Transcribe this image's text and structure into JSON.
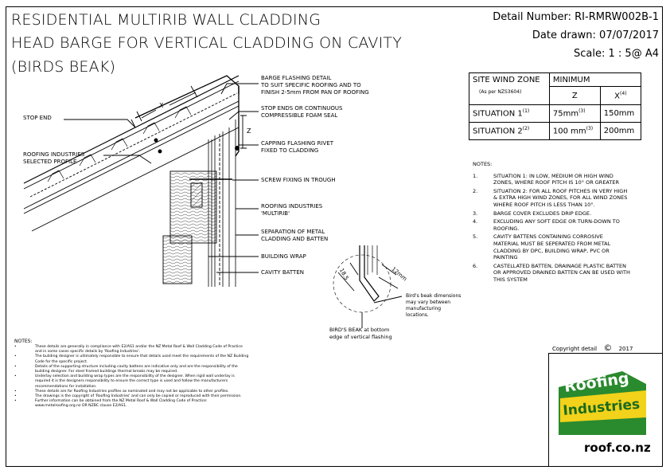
{
  "title": {
    "line1": "RESIDENTIAL MULTIRIB WALL CLADDING",
    "line2": "HEAD BARGE FOR VERTICAL CLADDING ON CAVITY",
    "line3": "(BIRDS BEAK)"
  },
  "meta": {
    "detail_number": "Detail Number:  RI-RMRW002B-1",
    "date_drawn": "Date drawn:  07/07/2017",
    "scale": "Scale:   1 : 5@ A4"
  },
  "wind_table": {
    "header_zone": "SITE WIND ZONE",
    "header_zone_sub": "(As per NZS3604)",
    "header_min": "MINIMUM",
    "col_z": "Z",
    "col_x": "X",
    "col_x_sup": "(4)",
    "rows": [
      {
        "label": "SITUATION 1",
        "sup": "(1)",
        "z": "75mm",
        "z_sup": "(3)",
        "x": "150mm"
      },
      {
        "label": "SITUATION 2",
        "sup": "(2)",
        "z": "100 mm",
        "z_sup": "(3)",
        "x": "200mm"
      }
    ]
  },
  "labels": {
    "barge": [
      "BARGE FLASHING DETAIL",
      "TO SUIT SPECIFIC ROOFING AND TO",
      "FINISH 2-5mm FROM PAN OF ROOFING"
    ],
    "stop_ends": [
      "STOP ENDS OR CONTINUOUS",
      "COMPRESSIBLE FOAM SEAL"
    ],
    "stop_end": "STOP END",
    "ri_profile": [
      "ROOFING INDUSTRIES",
      "SELECTED PROFILE"
    ],
    "capping": [
      "CAPPING FLASHING RIVET",
      "FIXED TO CLADDING"
    ],
    "screw": "SCREW FIXING IN TROUGH",
    "multirib": [
      "ROOFING INDUSTRIES",
      "'MULTIRIB'"
    ],
    "separation": [
      "SEPARATION OF METAL",
      "CLADDING AND BATTEN"
    ],
    "wrap": "BUILDING WRAP",
    "cavity": "CAVITY BATTEN",
    "dim_x": "X",
    "dim_z": "Z",
    "dim_18": "18.5",
    "dim_12": "12mm",
    "birds_dims": [
      "Bird's beak dimensions",
      "may vary between",
      "manufacturing",
      "locations."
    ],
    "birds_beak": [
      "BIRD'S BEAK at bottom",
      "edge of vertical flashing"
    ]
  },
  "right_notes": {
    "heading": "NOTES:",
    "items": [
      {
        "n": "1.",
        "text": [
          "SITUATION 1: IN LOW, MEDIUM OR HIGH WIND",
          "ZONES, WHERE ROOF PITCH IS 10° OR GREATER"
        ]
      },
      {
        "n": "2.",
        "text": [
          "SITUATION 2: FOR ALL ROOF PITCHES IN VERY HIGH",
          "& EXTRA HIGH WIND ZONES, FOR ALL WIND ZONES",
          "WHERE ROOF PITCH IS LESS THAN 10°."
        ]
      },
      {
        "n": "3.",
        "text": [
          "BARGE COVER EXCLUDES DRIP EDGE."
        ]
      },
      {
        "n": "4.",
        "text": [
          "EXCLUDING ANY SOFT EDGE OR TURN-DOWN TO",
          "ROOFING."
        ]
      },
      {
        "n": "5.",
        "text": [
          "CAVITY BATTENS CONTAINING CORROSIVE",
          "MATERIAL MUST BE SEPERATED FROM METAL",
          "CLADDING BY DPC, BUILDING WRAP, PVC OR",
          "PAINTING"
        ]
      },
      {
        "n": "6.",
        "text": [
          "CASTELLATED BATTEN, DRAINAGE PLASTIC BATTEN",
          "OR APPROVED DRAINED BATTEN CAN BE USED WITH",
          "THIS SYSTEM"
        ]
      }
    ]
  },
  "bottom_notes": {
    "heading": "NOTES:",
    "items": [
      [
        "These details are generally in compliance with E2/AS1 and/or the NZ Metal Roof & Wall Cladding Code of Practice",
        "and in some cases specific details by 'Roofing Industries'."
      ],
      [
        "The building designer is ultimately responsible to ensure that details used meet the requirements of the NZ Building",
        "Code for the specific project."
      ],
      [
        "Details of the supporting structure including cavity battens are indicative only and are the responsibility of the",
        "building designer.  For steel framed buildings thermal breaks may be required."
      ],
      [
        "Underlay selection and building wrap types are the responsibility of the designer.  When rigid wall underlay is",
        "required it is the designers responsibility to ensure the correct type is used and follow the manufacturers",
        "recommendations for installation."
      ],
      [
        "These details are for Roofing Industries profiles as nominated and may not be applicable to other profiles."
      ],
      [
        "The drawings is the copyright of 'Roofing Industries' and can only be copied or reproduced with their permission."
      ],
      [
        "Further information can be obtained from the  NZ Metal Roof & Wall Cladding Code of Practice:",
        "www.metalroofing.org.nz OR NZBC clause E2/AS1."
      ]
    ]
  },
  "copyright": {
    "text": "Copyright detail",
    "symbol": "©",
    "year": "2017"
  },
  "logo": {
    "word1": "Roofing",
    "word2": "Industries",
    "url": "roof.co.nz",
    "color_green": "#2a8a2e",
    "color_yellow": "#f2d21a"
  }
}
